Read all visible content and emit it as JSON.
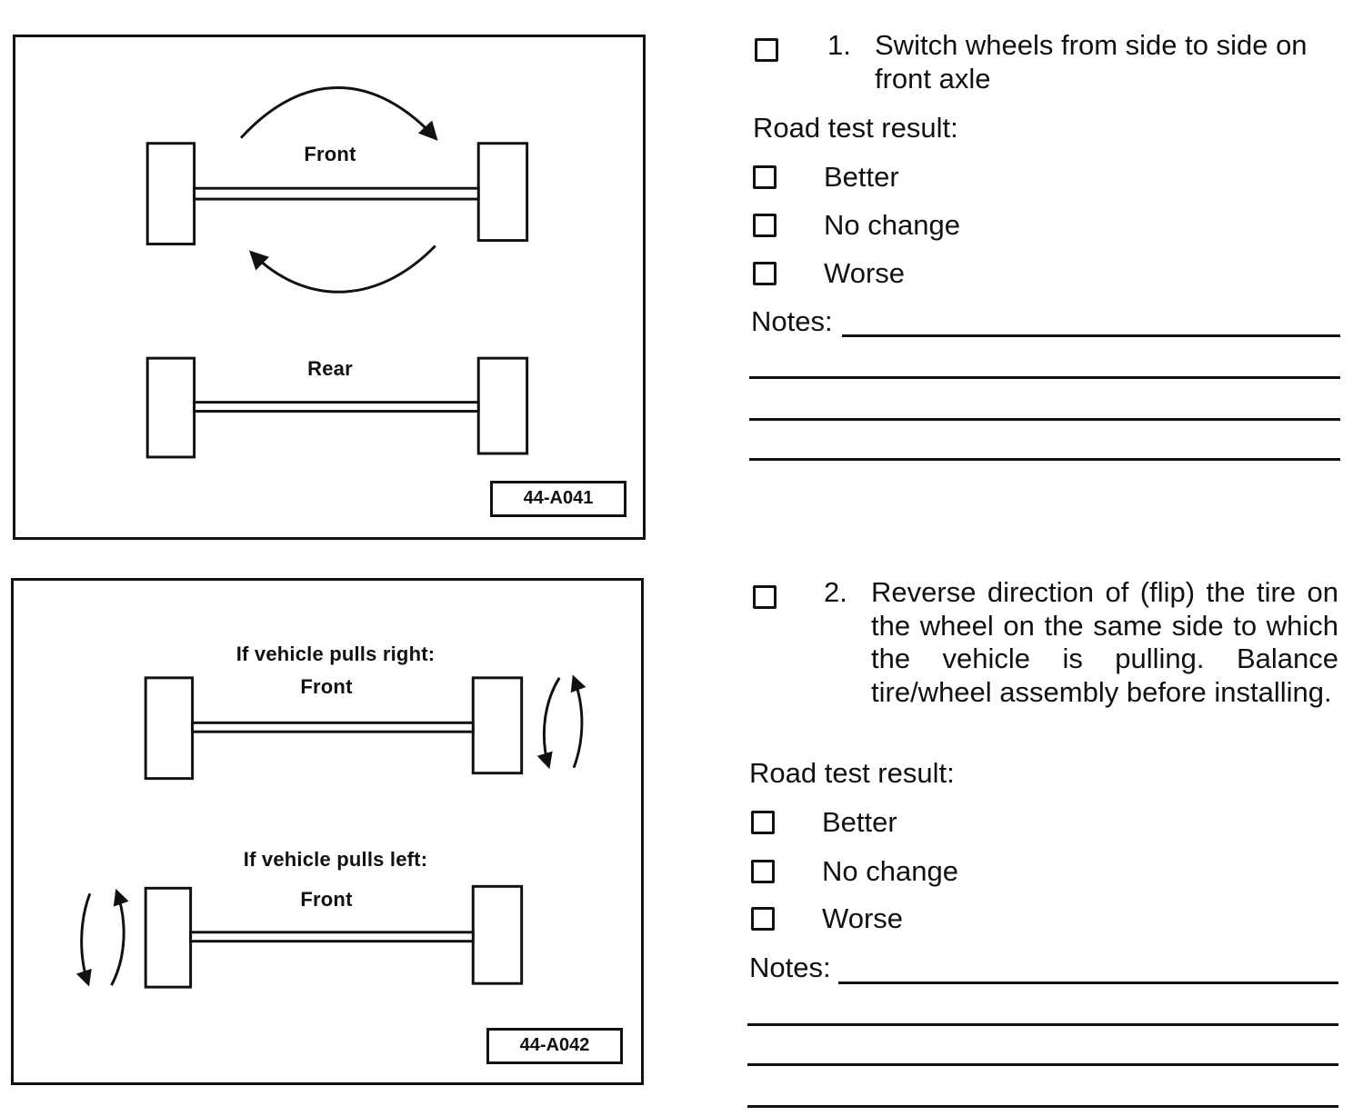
{
  "figure1": {
    "front_label": "Front",
    "rear_label": "Rear",
    "caption": "44-A041"
  },
  "figure2": {
    "right_heading": "If vehicle pulls right:",
    "right_front_label": "Front",
    "left_heading": "If vehicle pulls left:",
    "left_front_label": "Front",
    "caption": "44-A042"
  },
  "step1": {
    "number": "1.",
    "text": "Switch wheels from side to side on front axle",
    "road_test_label": "Road test result:",
    "options": [
      "Better",
      "No change",
      "Worse"
    ],
    "notes_label": "Notes:"
  },
  "step2": {
    "number": "2.",
    "text": "Reverse direction of (flip) the tire on the wheel on the same side to which the vehicle is pulling. Balance tire/wheel assembly before installing.",
    "road_test_label": "Road test result:",
    "options": [
      "Better",
      "No change",
      "Worse"
    ],
    "notes_label": "Notes:"
  }
}
